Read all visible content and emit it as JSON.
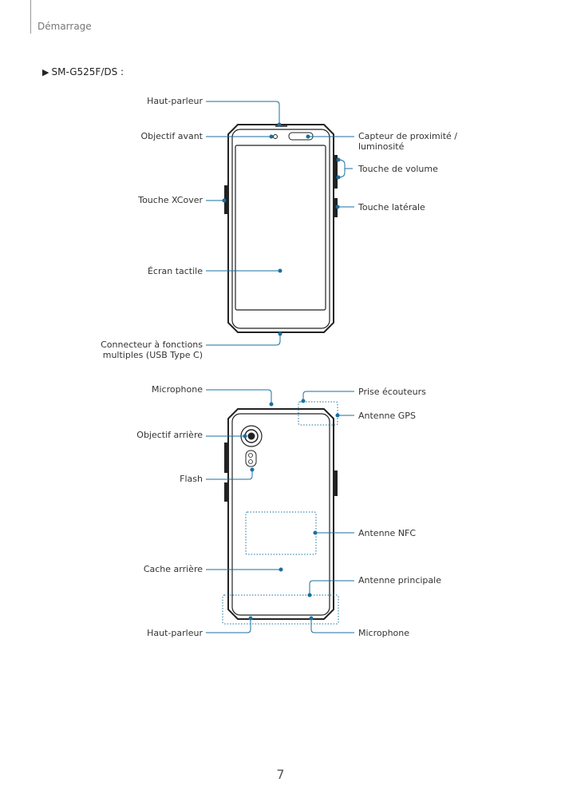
{
  "header": {
    "section": "Démarrage"
  },
  "model": {
    "name": "SM-G525F/DS :"
  },
  "front": {
    "speaker": "Haut-parleur",
    "front_camera": "Objectif avant",
    "xcover_key": "Touche XCover",
    "touchscreen": "Écran tactile",
    "usb_connector_line1": "Connecteur à fonctions",
    "usb_connector_line2": "multiples (USB Type C)",
    "proximity_sensor_line1": "Capteur de proximité /",
    "proximity_sensor_line2": "luminosité",
    "volume_key": "Touche de volume",
    "side_key": "Touche latérale"
  },
  "back": {
    "microphone_top": "Microphone",
    "rear_camera": "Objectif arrière",
    "flash": "Flash",
    "back_cover": "Cache arrière",
    "speaker": "Haut-parleur",
    "earphone_jack": "Prise écouteurs",
    "gps_antenna": "Antenne GPS",
    "nfc_antenna": "Antenne NFC",
    "main_antenna": "Antenne principale",
    "microphone_bottom": "Microphone"
  },
  "colors": {
    "callout": "#1a6fa0",
    "device": "#222222"
  },
  "footer": {
    "page_number": "7"
  }
}
